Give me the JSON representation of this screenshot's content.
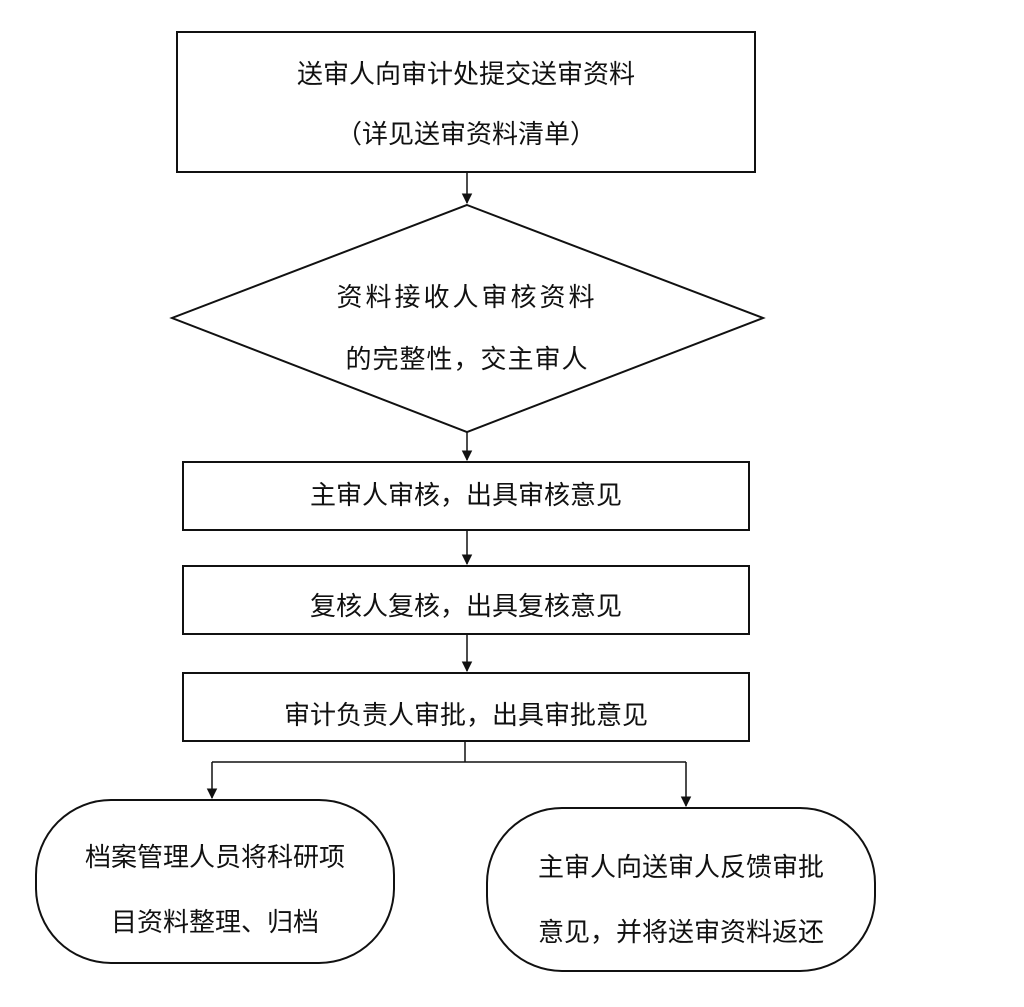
{
  "diagram": {
    "type": "flowchart",
    "nodes": {
      "submit": {
        "lines": [
          "送审人向审计处提交送审资料",
          "（详见送审资料清单）"
        ]
      },
      "check": {
        "lines": [
          "资料接收人审核资料",
          "的完整性，交主审人"
        ]
      },
      "main_review": {
        "lines": [
          "主审人审核，出具审核意见"
        ]
      },
      "re_review": {
        "lines": [
          "复核人复核，出具复核意见"
        ]
      },
      "approve": {
        "lines": [
          "审计负责人审批，出具审批意见"
        ]
      },
      "archive": {
        "lines": [
          "档案管理人员将科研项",
          "目资料整理、归档"
        ]
      },
      "feedback": {
        "lines": [
          "主审人向送审人反馈审批",
          "意见，并将送审资料返还"
        ]
      }
    },
    "edges": [
      [
        "submit",
        "check"
      ],
      [
        "check",
        "main_review"
      ],
      [
        "main_review",
        "re_review"
      ],
      [
        "re_review",
        "approve"
      ],
      [
        "approve",
        "archive"
      ],
      [
        "approve",
        "feedback"
      ]
    ]
  }
}
